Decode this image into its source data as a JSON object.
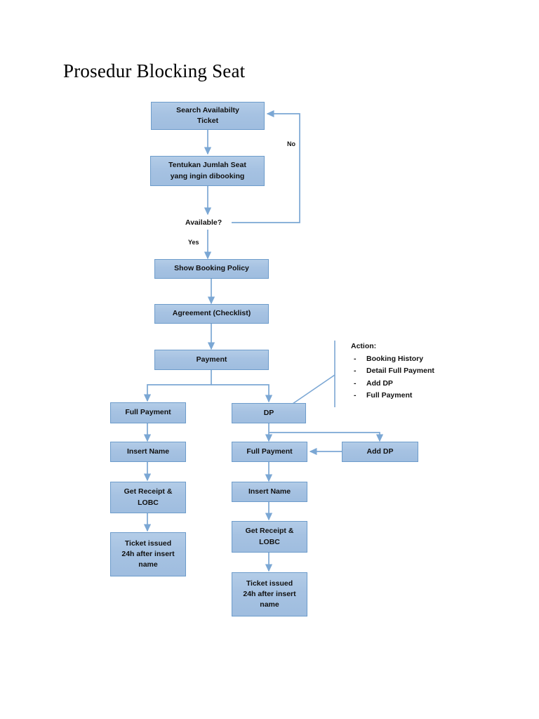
{
  "title": "Prosedur Blocking Seat",
  "palette": {
    "node_fill": "#a6c2e2",
    "node_border": "#6d9ccb",
    "connector": "#7ba7d4",
    "text": "#111111",
    "background": "#ffffff"
  },
  "nodes": {
    "search_availability": "Search Availabilty\nTicket",
    "search_availability_line1": "Search Availabilty",
    "search_availability_line2": "Ticket",
    "tentukan_line1": "Tentukan Jumlah Seat",
    "tentukan_line2": "yang ingin dibooking",
    "show_booking_policy": "Show Booking Policy",
    "agreement": "Agreement (Checklist)",
    "payment": "Payment",
    "full_payment_left": "Full Payment",
    "dp": "DP",
    "insert_name_left": "Insert Name",
    "full_payment_mid": "Full Payment",
    "add_dp": "Add DP",
    "get_receipt_left_line1": "Get Receipt &",
    "get_receipt_left_line2": "LOBC",
    "insert_name_right": "Insert Name",
    "ticket_issued_left_line1": "Ticket issued",
    "ticket_issued_left_line2": "24h after insert",
    "ticket_issued_left_line3": "name",
    "get_receipt_right_line1": "Get Receipt &",
    "get_receipt_right_line2": "LOBC",
    "ticket_issued_right_line1": "Ticket issued",
    "ticket_issued_right_line2": "24h after insert",
    "ticket_issued_right_line3": "name"
  },
  "decision": {
    "question": "Available?",
    "yes_label": "Yes",
    "no_label": "No"
  },
  "action_note": {
    "heading": "Action:",
    "dash": "-",
    "items": [
      "Booking History",
      "Detail Full Payment",
      "Add DP",
      "Full Payment"
    ]
  }
}
